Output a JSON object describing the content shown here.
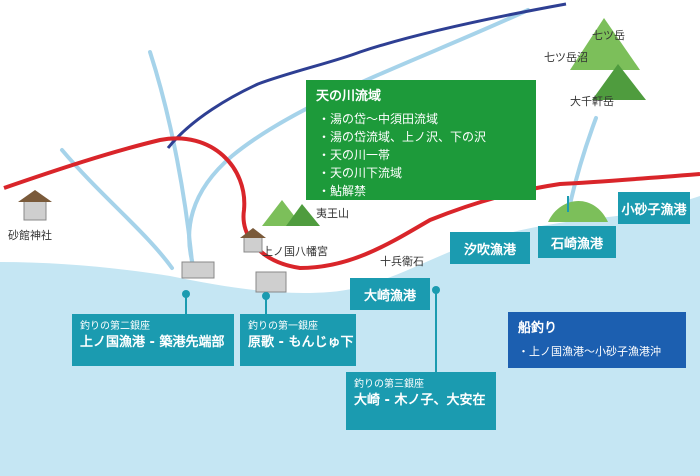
{
  "colors": {
    "sea": "#c5e6f3",
    "river": "#a6d3ea",
    "road": "#d9252a",
    "rail": "#2e3f93",
    "info_box": "#1b9bb0",
    "amanogawa_box": "#1d9a3a",
    "boat_box": "#1c5fb0"
  },
  "landmarks": {
    "sunadate_shrine": "砂館神社",
    "kaminokuni_hachimangu": "上ノ国八幡宮",
    "iyozan": "夷王山",
    "juhee_ishi": "十兵衛石",
    "nanatsudake": "七ツ岳",
    "nanatsudake_numa": "七ツ岳沼",
    "ochigatake": "大千軒岳"
  },
  "amanogawa": {
    "title": "天の川流域",
    "items": [
      "湯の岱～中須田流域",
      "湯の岱流域、上ノ沢、下の沢",
      "天の川一帯",
      "天の川下流域",
      "鮎解禁"
    ]
  },
  "ports": {
    "shiofuki": "汐吹漁港",
    "ishizaki": "石崎漁港",
    "kosunago": "小砂子漁港",
    "osaki": "大崎漁港"
  },
  "fishing_spots": {
    "spot2": {
      "rank": "釣りの第二銀座",
      "place": "上ノ国漁港 - 築港先端部"
    },
    "spot1": {
      "rank": "釣りの第一銀座",
      "place": "原歌 - もんじゅ下"
    },
    "spot3": {
      "rank": "釣りの第三銀座",
      "place": "大崎 - 木ノ子、大安在"
    }
  },
  "boat_fishing": {
    "title": "船釣り",
    "items": [
      "上ノ国漁港～小砂子漁港沖"
    ]
  }
}
